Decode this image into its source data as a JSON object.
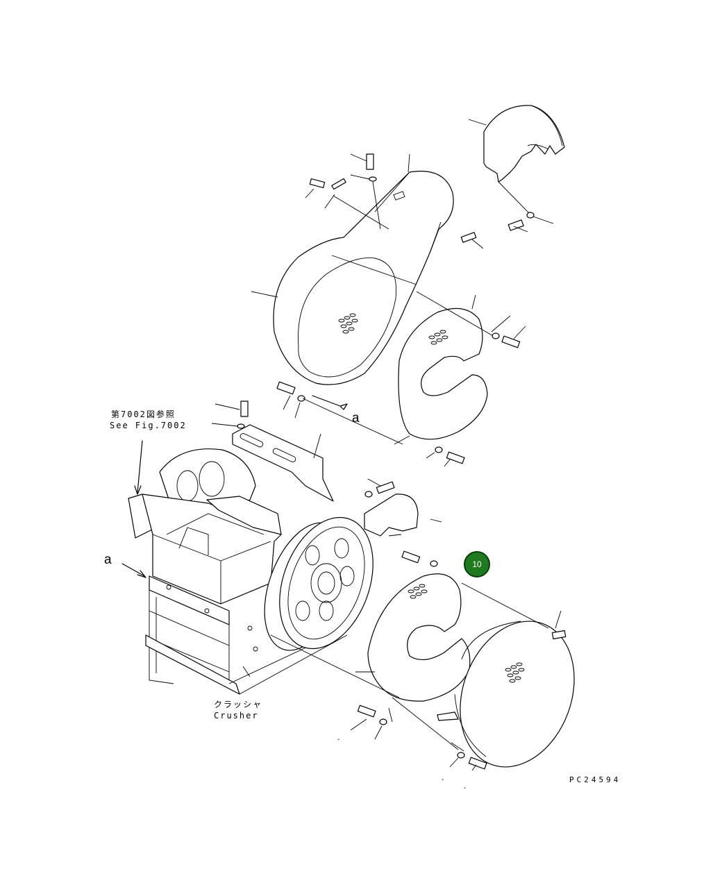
{
  "diagram": {
    "references": {
      "fig_jp": "第7002図参照",
      "fig_en": "See Fig.7002"
    },
    "view_markers": {
      "upper": "a",
      "left": "a"
    },
    "crusher_label": {
      "jp": "クラッシャ",
      "en": "Crusher"
    },
    "drawing_code": "PC24594",
    "callouts": [
      {
        "number": "10"
      }
    ],
    "dash_marks": [
      "-",
      "-",
      "-"
    ],
    "callout_color": "#1f7a1f"
  }
}
